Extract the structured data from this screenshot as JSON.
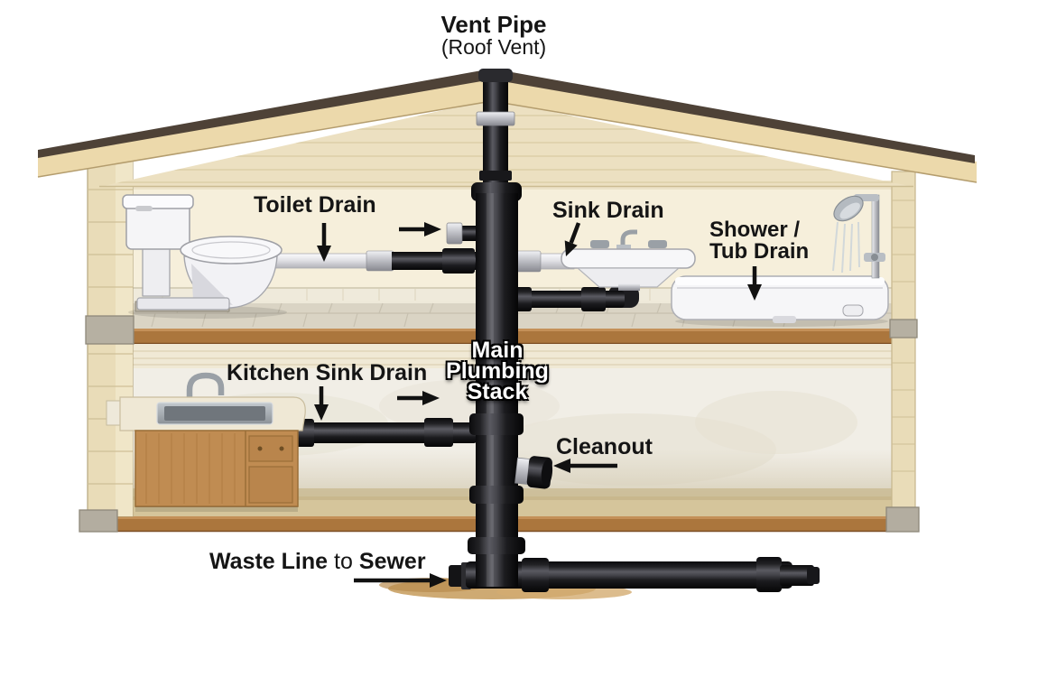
{
  "labels": {
    "vent_pipe": {
      "title": "Vent Pipe",
      "subtitle": "(Roof Vent)"
    },
    "toilet_drain": {
      "text": "Toilet Drain"
    },
    "sink_drain": {
      "text": "Sink Drain"
    },
    "shower_tub_drain": {
      "line1": "Shower /",
      "line2": "Tub Drain"
    },
    "kitchen_sink_drain": {
      "text": "Kitchen Sink Drain"
    },
    "main_plumbing_stack": {
      "line1": "Main",
      "line2": "Plumbing",
      "line3": "Stack"
    },
    "cleanout": {
      "text": "Cleanout"
    },
    "waste_line_to_sewer": {
      "bold_start": "Waste Line",
      "regular_mid": "to",
      "bold_end": "Sewer"
    }
  },
  "colors": {
    "background": "#ffffff",
    "pipe_black": "#1b1b1e",
    "pipe_white": "#e9e9ec",
    "fitting_silver": "#c3c4ca",
    "roof_fascia": "#ecd9ab",
    "roof_ridge": "#4e4237",
    "gable_wall": "#ece0c1",
    "interior_wall": "#f6efdb",
    "framing_block": "#e9dcb8",
    "concrete_gray": "#b6b0a2",
    "tile_floor": "#dad4c4",
    "wood_band": "#ab763d",
    "basement_wall": "#f1eee6",
    "cabinet_wood": "#c08c52",
    "fixture_white": "#f5f5f7",
    "steel": "#9aa0a6",
    "dirt": "#c9a164",
    "label_text": "#151515",
    "stack_label_text": "#ffffff"
  }
}
